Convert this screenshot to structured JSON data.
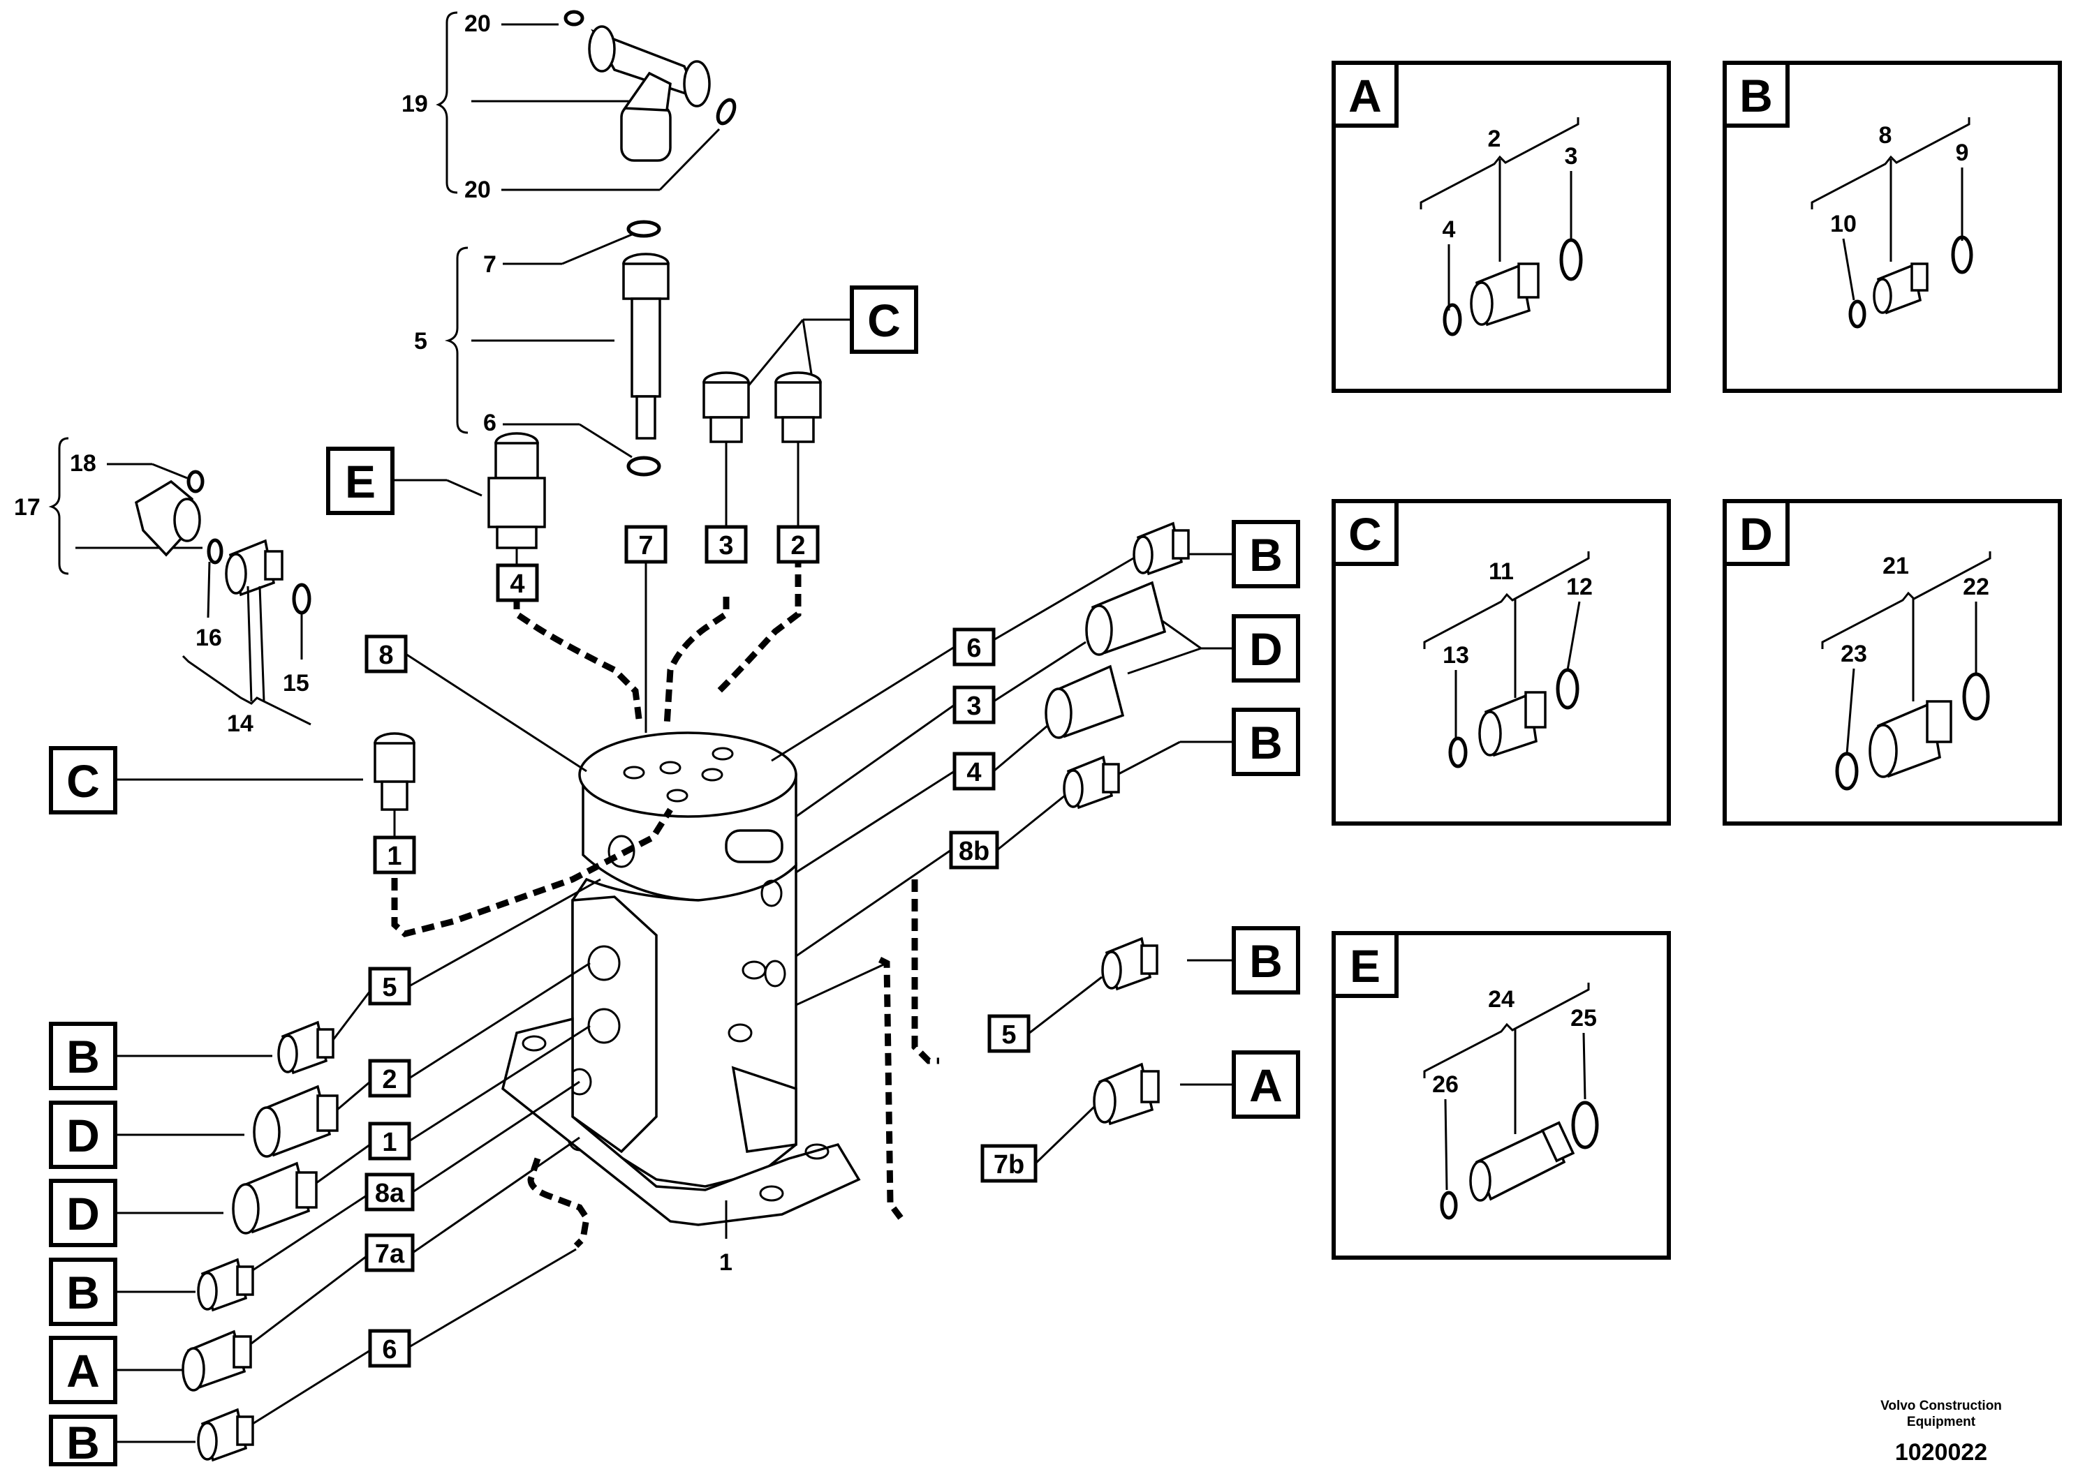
{
  "diagram": {
    "callouts": {
      "n20a": "20",
      "n19": "19",
      "n20b": "20",
      "n7": "7",
      "n5": "5",
      "n6": "6",
      "n18": "18",
      "n17": "17",
      "n16": "16",
      "n15": "15",
      "n14": "14",
      "n1_body": "1"
    },
    "port_tags": {
      "t4_top": "4",
      "t7_top": "7",
      "t3_top": "3",
      "t2_top": "2",
      "t8": "8",
      "t1_left": "1",
      "t6_right": "6",
      "t3_right": "3",
      "t4_right": "4",
      "t8b": "8b",
      "t5_right": "5",
      "t7b": "7b",
      "t5_left": "5",
      "t2_left": "2",
      "t1_lower": "1",
      "t8a": "8a",
      "t7a": "7a",
      "t6_left": "6"
    },
    "letter_boxes": {
      "C_top": "C",
      "E_left": "E",
      "C_left": "C",
      "B_r1": "B",
      "D_r": "D",
      "B_r2": "B",
      "B_r3": "B",
      "A_r": "A",
      "B_l1": "B",
      "D_l1": "D",
      "D_l2": "D",
      "B_l2": "B",
      "A_l": "A",
      "B_l3": "B"
    },
    "detail_panels": [
      {
        "letter": "A",
        "group": "2",
        "right": "3",
        "left": "4"
      },
      {
        "letter": "B",
        "group": "8",
        "right": "9",
        "left": "10"
      },
      {
        "letter": "C",
        "group": "11",
        "right": "12",
        "left": "13"
      },
      {
        "letter": "D",
        "group": "21",
        "right": "22",
        "left": "23"
      },
      {
        "letter": "E",
        "group": "24",
        "right": "25",
        "left": "26"
      }
    ]
  },
  "footer": {
    "company_line1": "Volvo Construction",
    "company_line2": "Equipment",
    "figure_number": "1020022"
  }
}
